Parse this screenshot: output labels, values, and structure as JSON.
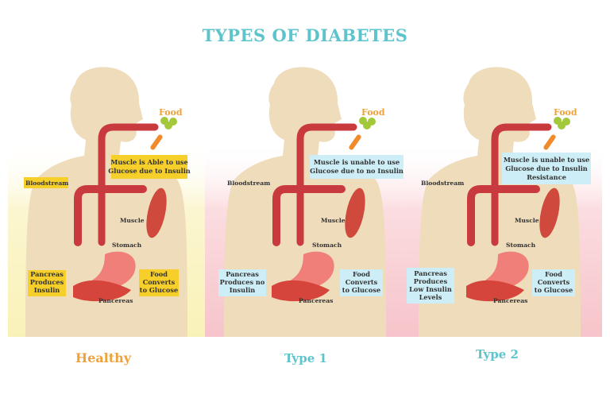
{
  "title": "TYPES OF DIABETES",
  "colors": {
    "title": "#5ec4cc",
    "food": "#f0a23a",
    "yellow_box": "#f6cf2a",
    "blue_box": "#cdeef6",
    "silhouette": "#efdcbb",
    "healthy_bg": "#fbf7c8",
    "pink_bg": "#f7c9cf",
    "blood": "#c93a3f",
    "stomach": "#ef7f78",
    "pancreas": "#d6453c",
    "healthy_caption": "#f0a23a",
    "type_caption": "#5ec4cc"
  },
  "panels": [
    {
      "caption": "Healthy",
      "food": "Food",
      "bloodstream": "Bloodstream",
      "muscle": "Muscle",
      "stomach": "Stomach",
      "pancreas": "Pancereas",
      "muscle_box": [
        "Muscle is Able to use",
        "Glucose due to Insulin"
      ],
      "pancreas_box": [
        "Pancreas",
        "Produces",
        "Insulin"
      ],
      "food_box": [
        "Food",
        "Converts",
        "to Glucose"
      ]
    },
    {
      "caption": "Type 1",
      "food": "Food",
      "bloodstream": "Bloodstream",
      "muscle": "Muscle",
      "stomach": "Stomach",
      "pancreas": "Pancereas",
      "muscle_box": [
        "Muscle is unable to use",
        "Glucose due to no Insulin"
      ],
      "pancreas_box": [
        "Pancreas",
        "Produces no",
        "Insulin"
      ],
      "food_box": [
        "Food",
        "Converts",
        "to Glucose"
      ]
    },
    {
      "caption": "Type 2",
      "food": "Food",
      "bloodstream": "Bloodstream",
      "muscle": "Muscle",
      "stomach": "Stomach",
      "pancreas": "Pancereas",
      "muscle_box": [
        "Muscle is unable to use",
        "Glucose due to Insulin",
        "Resistance"
      ],
      "pancreas_box": [
        "Pancreas",
        "Produces",
        "Low Insulin",
        "Levels"
      ],
      "food_box": [
        "Food",
        "Converts",
        "to Glucose"
      ]
    }
  ]
}
